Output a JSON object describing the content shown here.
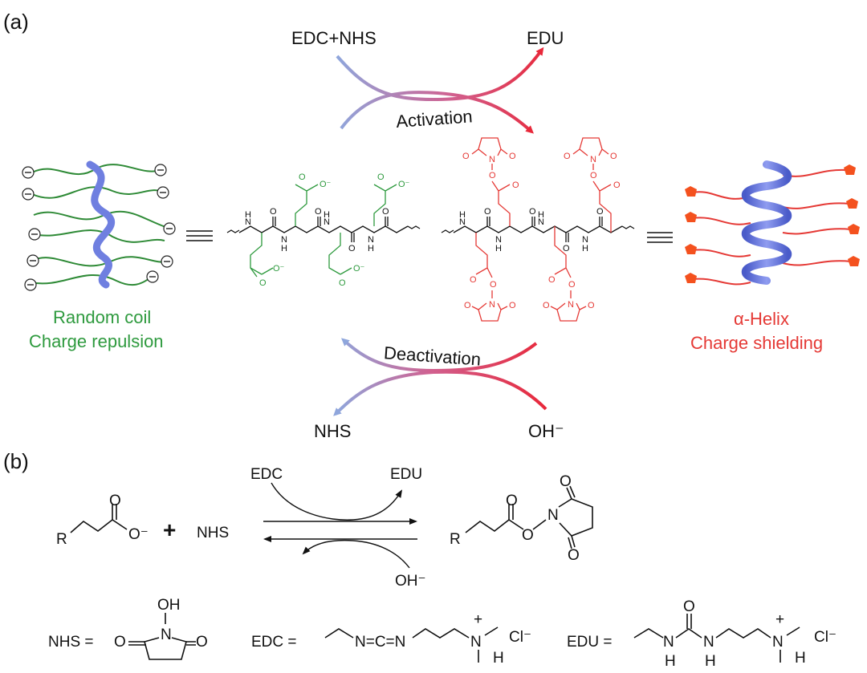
{
  "panel_a": {
    "label": "(a)",
    "top_left": "EDC+NHS",
    "top_right": "EDU",
    "activation": "Activation",
    "deactivation": "Deactivation",
    "bottom_left": "NHS",
    "bottom_right": "OH⁻",
    "left_caption_1": "Random coil",
    "left_caption_2": "Charge repulsion",
    "right_caption_1": "α-Helix",
    "right_caption_2": "Charge shielding",
    "colors": {
      "green": "#2e9a3e",
      "red": "#e53935",
      "helix": "#6f7fe0",
      "blue_arrow": "#8fa6dc"
    }
  },
  "panel_b": {
    "label": "(b)",
    "edc": "EDC",
    "edu": "EDU",
    "plus": "+",
    "nhs": "NHS",
    "oh": "OH⁻",
    "r": "R",
    "o": "O",
    "n": "N",
    "nhs_eq": "NHS =",
    "edc_eq": "EDC =",
    "edu_eq": "EDU =",
    "cl": "Cl⁻",
    "h": "H",
    "oh_group": "OH",
    "plus_charge": "+",
    "carbodiimide": "N=C=N"
  }
}
